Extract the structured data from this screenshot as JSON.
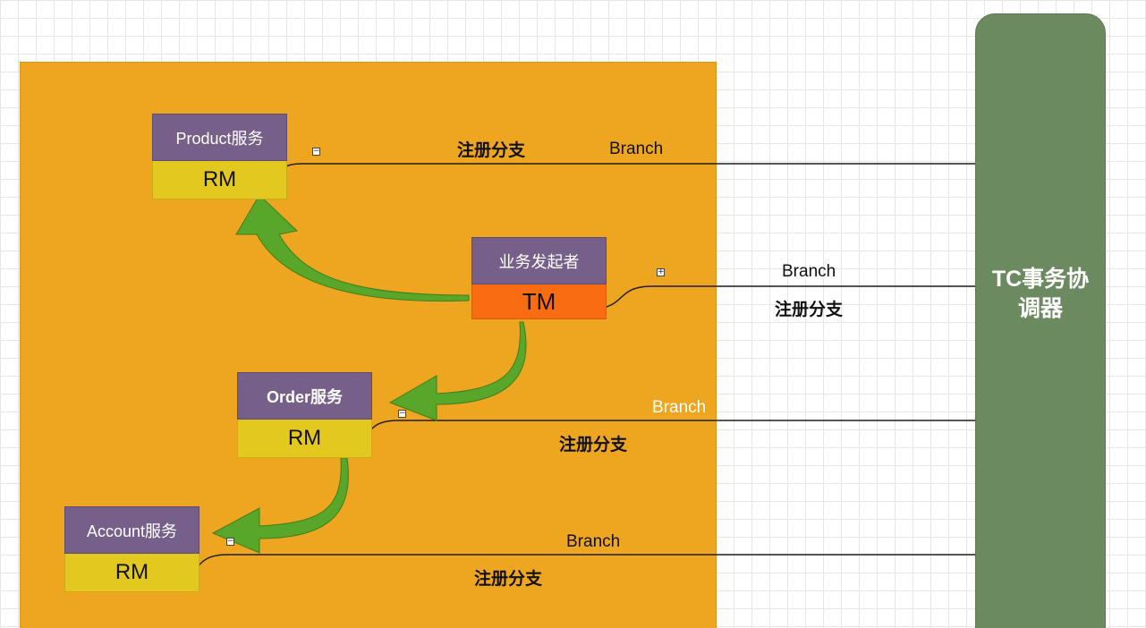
{
  "colors": {
    "panel": "#EEA520",
    "coordinator": "#6C8A5F",
    "node_header": "#76608A",
    "rm_body": "#E3C91F",
    "tm_body": "#F96C11",
    "arrow": "#58A62A"
  },
  "coordinator": {
    "line1": "TC事务协",
    "line2": "调器"
  },
  "initiator": {
    "header": "业务发起者",
    "role": "TM"
  },
  "product": {
    "header": "Product服务",
    "role": "RM"
  },
  "order": {
    "header": "Order服务",
    "role": "RM"
  },
  "account": {
    "header": "Account服务",
    "role": "RM"
  },
  "links": {
    "product": {
      "en": "Branch",
      "cn": "注册分支"
    },
    "initiator": {
      "en": "Branch",
      "cn": "注册分支"
    },
    "order": {
      "en": "Branch",
      "cn": "注册分支"
    },
    "account": {
      "en": "Branch",
      "cn": "注册分支"
    }
  },
  "toggles": {
    "collapse": "−",
    "expand": "+"
  },
  "icons": [
    "collapse-toggle-icon",
    "expand-toggle-icon",
    "green-curved-arrow"
  ]
}
